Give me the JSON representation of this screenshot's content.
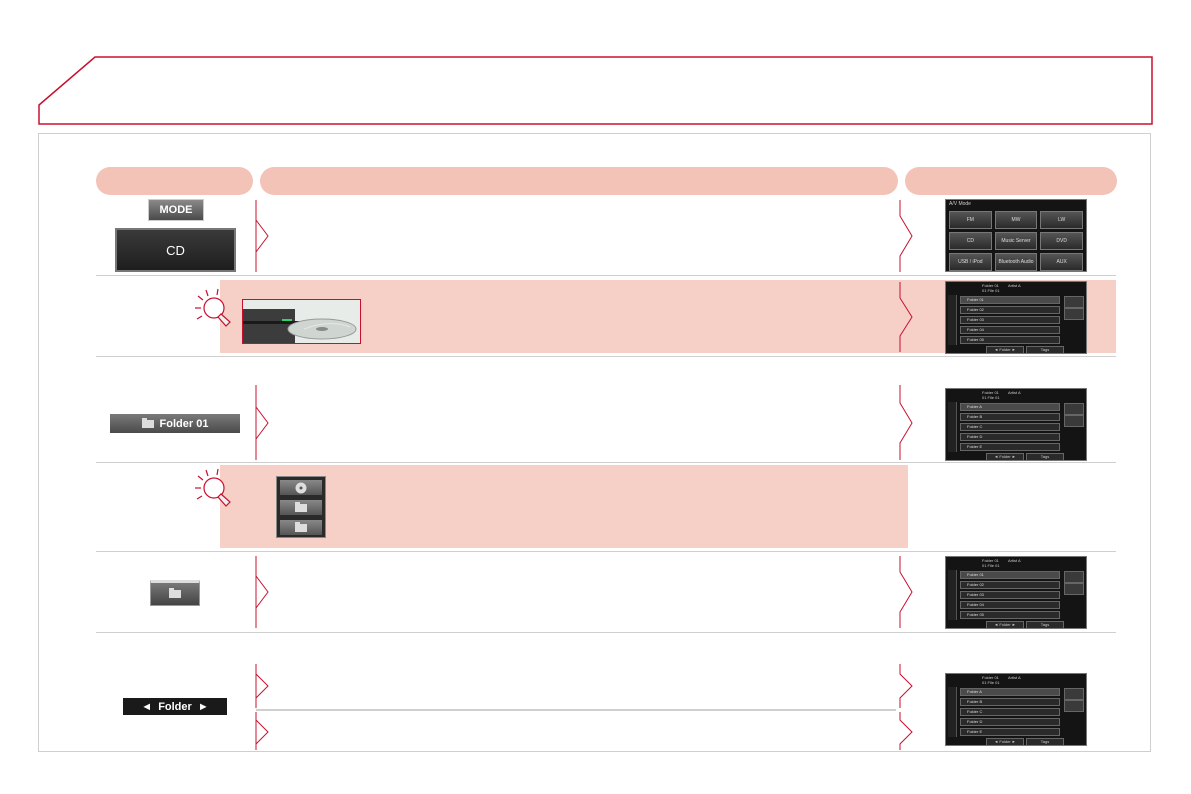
{
  "buttons": {
    "mode": "MODE",
    "cd": "CD",
    "folder01": "Folder 01",
    "folder_nav": "Folder",
    "folder_nav_left": "◄",
    "folder_nav_right": "►"
  },
  "av_mode_screen": {
    "title": "A/V Mode",
    "cells": [
      "FM",
      "MW",
      "LW",
      "CD",
      "Music Server",
      "DVD",
      "USB / iPod",
      "Bluetooth Audio",
      "AUX"
    ]
  },
  "folder_screen_a": {
    "header_title": "Folder 01",
    "header_artist": "Artist A",
    "header_file": "01 File 01",
    "items": [
      "Folder 01",
      "Folder 02",
      "Folder 03",
      "Folder 04",
      "Folder 05"
    ],
    "footer_folder": "◄ Folder ►",
    "footer_tags": "Tags"
  },
  "folder_screen_b": {
    "header_title": "Folder 01",
    "header_artist": "Artist A",
    "header_file": "01 File 01",
    "items": [
      "Folder A",
      "Folder B",
      "Folder C",
      "Folder D",
      "Folder E"
    ],
    "footer_folder": "◄ Folder ►",
    "footer_tags": "Tags"
  },
  "colors": {
    "accent_red": "#c8102e",
    "pill_pink": "#f3c3b8",
    "panel_pink": "#f6d0c7",
    "button_dark": "#2b2b2b"
  },
  "icons": [
    "lightbulb-icon",
    "cd-icon",
    "folder-icon",
    "chevron-right-icon"
  ]
}
